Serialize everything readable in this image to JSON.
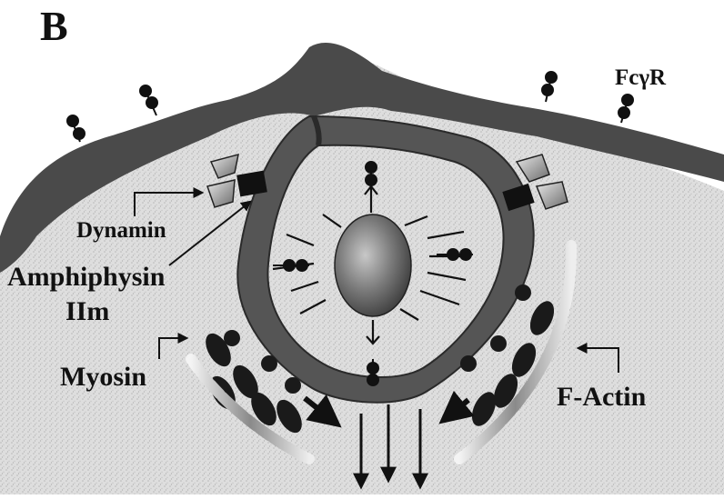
{
  "panel_label": "B",
  "labels": {
    "receptor": "FcγR",
    "dynamin": "Dynamin",
    "amphiphysin_line1": "Amphiphysin",
    "amphiphysin_line2": "IIm",
    "myosin": "Myosin",
    "factin": "F-Actin"
  }
}
